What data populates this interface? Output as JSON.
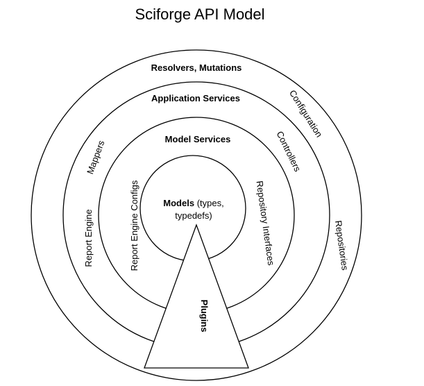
{
  "title": "Sciforge API Model",
  "rings": {
    "outer": {
      "label": "Resolvers, Mutations",
      "left": "Report Engine",
      "right_top": "Configuration",
      "right_bottom": "Repositories"
    },
    "second": {
      "label": "Application Services",
      "left": "Mappers",
      "right": "Controllers"
    },
    "third": {
      "label": "Model Services",
      "left": "Report Engine Configs",
      "right": "Repository Interfaces"
    }
  },
  "core": {
    "label_bold": "Models",
    "label_rest": " (types,",
    "label_line2": "typedefs)"
  },
  "plugin": {
    "label": "Plugins"
  },
  "colors": {
    "stroke": "#000000",
    "fill": "#ffffff"
  }
}
